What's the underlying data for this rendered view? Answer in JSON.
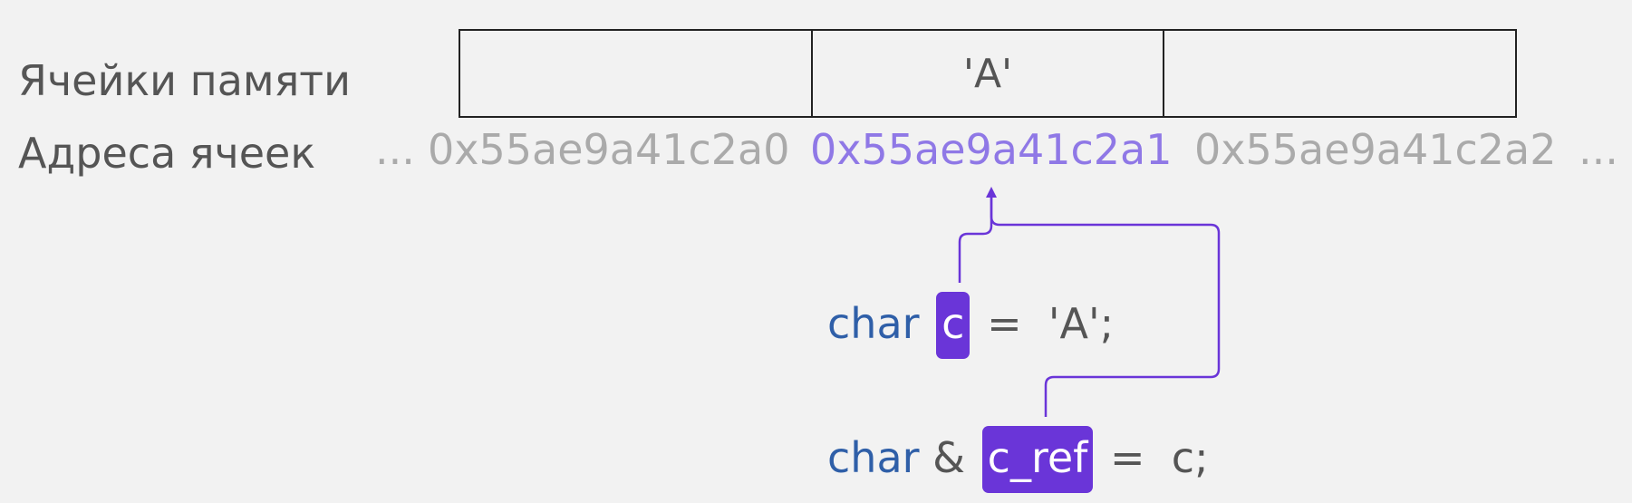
{
  "labels": {
    "cells": "Ячейки памяти",
    "addresses": "Адреса ячеек"
  },
  "cells": [
    "",
    "'A'",
    ""
  ],
  "addresses": {
    "ellipsis_left": "...",
    "items": [
      "0x55ae9a41c2a0",
      "0x55ae9a41c2a1",
      "0x55ae9a41c2a2"
    ],
    "ellipsis_right": "...",
    "highlighted_index": 1
  },
  "code": {
    "line1": {
      "type": "char",
      "var": "c",
      "op": "=",
      "value": "'A';"
    },
    "line2": {
      "type": "char",
      "amp": "&",
      "var": "c_ref",
      "op": "=",
      "value": "c;"
    }
  },
  "colors": {
    "background": "#f2f2f2",
    "keyword": "#2f5fa8",
    "highlight_bg": "#6a35d8",
    "highlight_addr": "#8f78e6",
    "arrow": "#6a35d8",
    "muted_addr": "#aaaaaa"
  }
}
